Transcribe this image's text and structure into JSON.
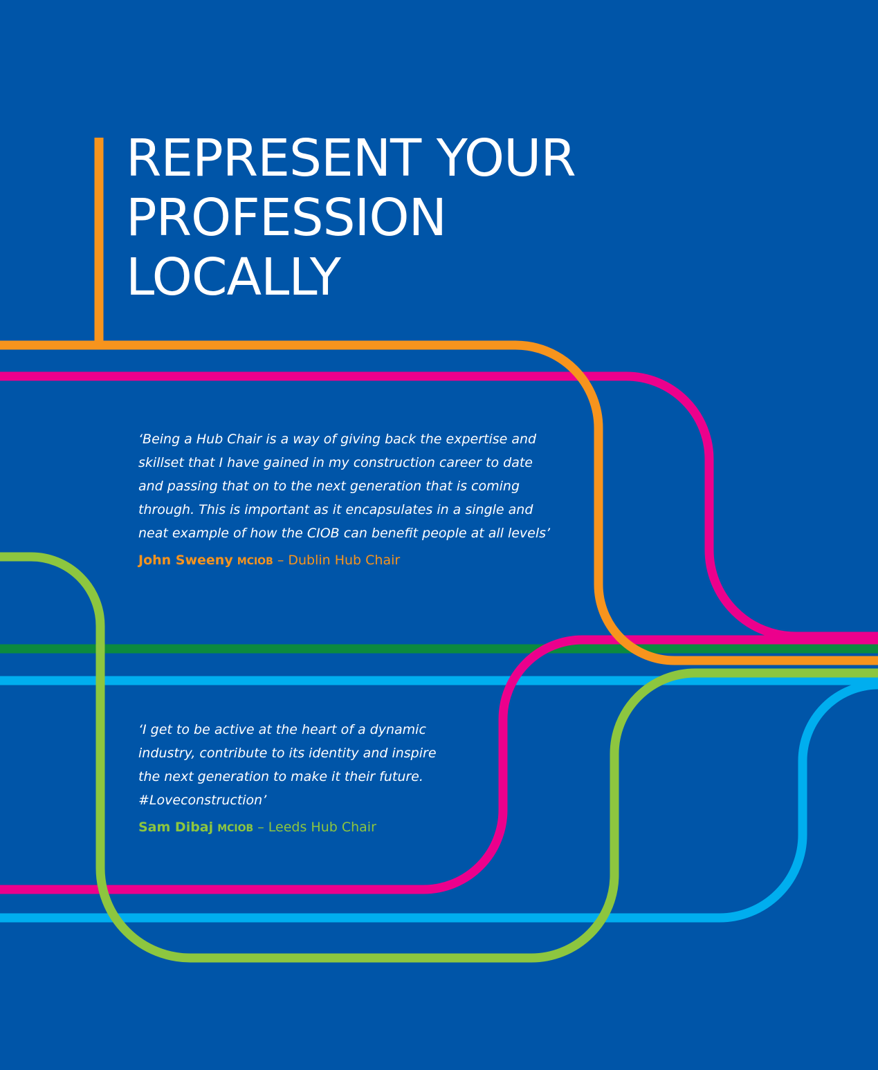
{
  "title_lines": [
    "REPRESENT YOUR",
    "PROFESSION",
    "LOCALLY"
  ],
  "testimonials": [
    {
      "quote_lines": [
        "‘Being a Hub Chair is a way of giving back the expertise and",
        "skillset that I have gained in my construction career to date",
        "and passing that on to the next generation that is coming",
        "through. This is important as it encapsulates in a single and",
        "neat example of how the CIOB can benefit people at all levels’"
      ],
      "name": "John Sweeny",
      "postnominal": "MCIOB",
      "role": "– Dublin Hub Chair",
      "color": "#f7941d"
    },
    {
      "quote_lines": [
        "‘I get to be active at the heart of a dynamic",
        "industry, contribute to its identity and inspire",
        "the next generation to make it their future.",
        "#Loveconstruction’"
      ],
      "name": "Sam Dibaj",
      "postnominal": "MCIOB",
      "role": "– Leeds Hub Chair",
      "color": "#8dc63f"
    }
  ],
  "colors": {
    "background": "#0055a8",
    "orange": "#f7941d",
    "magenta": "#ec008c",
    "lime": "#8dc63f",
    "dark_green": "#0c8a3e",
    "sky_blue": "#00aeef",
    "text": "#ffffff"
  }
}
